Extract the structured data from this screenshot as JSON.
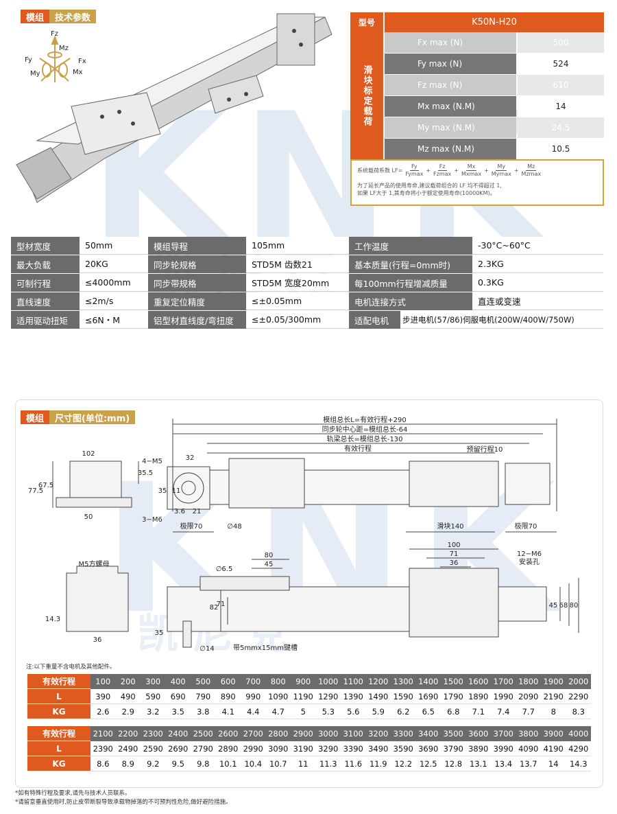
{
  "tags": {
    "tech": {
      "a": "模组",
      "b": "技术参数"
    },
    "dims": {
      "a": "模组",
      "b": "尺寸图(单位:mm)"
    }
  },
  "axes": {
    "fz": "Fz",
    "mz": "Mz",
    "fy": "Fy",
    "fx": "Fx",
    "my": "My",
    "mx": "Mx"
  },
  "load": {
    "model_key": "型号",
    "model": "K50N-H20",
    "side_label": "滑块标定载荷",
    "rows": [
      {
        "name": "Fx max (N)",
        "value": "500"
      },
      {
        "name": "Fy max (N)",
        "value": "524"
      },
      {
        "name": "Fz max (N)",
        "value": "610"
      },
      {
        "name": "Mx max (N.M)",
        "value": "14"
      },
      {
        "name": "My max (N.M)",
        "value": "24.5"
      },
      {
        "name": "Mz max (N.M)",
        "value": "10.5"
      }
    ],
    "formula_label": "系统载荷系数 LF=",
    "fracs": [
      {
        "num": "Fy",
        "den": "Fymax"
      },
      {
        "num": "Fz",
        "den": "Fzmax"
      },
      {
        "num": "Mx",
        "den": "Mxmax"
      },
      {
        "num": "My",
        "den": "Mymax"
      },
      {
        "num": "Mz",
        "den": "Mzmax"
      }
    ],
    "note1": "为了延长产品的使用寿命,建议载荷组合的 LF 均不得超过 1,",
    "note2": "如果 LF大于 1,其寿命将小于额定使用寿命(10000KM)。"
  },
  "specs": [
    [
      "型材宽度",
      "50mm",
      "模组导程",
      "105mm",
      "工作温度",
      "-30°C~60°C"
    ],
    [
      "最大负载",
      "20KG",
      "同步轮规格",
      "STD5M 齿数21",
      "基本质量(行程=0mm时)",
      "2.3KG"
    ],
    [
      "可制行程",
      "≤4000mm",
      "同步带规格",
      "STD5M 宽度20mm",
      "每100mm行程增减质量",
      "0.3KG"
    ],
    [
      "直线速度",
      "≤2m/s",
      "重复定位精度",
      "≤±0.05mm",
      "电机连接方式",
      "直连或变速"
    ],
    [
      "适用驱动扭矩",
      "≤6N・M",
      "铝型材直线度/弯扭度",
      "≤±0.05/300mm",
      "适配电机",
      "步进电机(57/86)伺服电机(200W/400W/750W)"
    ]
  ],
  "dims": {
    "total_len": "模组总长L=有效行程+290",
    "pulley_dist": "同步轮中心距=模组总长-64",
    "beam_len": "轨梁总长=模组总长-130",
    "eff_stroke": "有效行程",
    "pre_stroke": "预留行程10",
    "limit70_left": "极限70",
    "phi48": "∅48",
    "slider140": "滑块140",
    "limit70_right": "极限70",
    "m5_label": "4−M5",
    "m6_label": "3−M6",
    "d102": "102",
    "d77_5": "77.5",
    "d67_5": "67.5",
    "d35_5": "35.5",
    "d50": "50",
    "d32": "32",
    "d35": "35",
    "d11": "11",
    "d3_6": "3.6",
    "d21": "21",
    "nut": "M5方螺母",
    "d14_3": "14.3",
    "d36": "36",
    "phi6_5": "∅6.5",
    "d80": "80",
    "d45": "45",
    "d82": "82",
    "d71v": "71",
    "d35b": "35",
    "phi14": "∅14",
    "keyway": "带5mmx15mm键槽",
    "d100": "100",
    "d71": "71",
    "d36b": "36",
    "m6_12": "12−M6",
    "mount_hole": "安装孔",
    "d45r": "45",
    "d68": "68",
    "d80r": "80"
  },
  "weight_note": "注:以下重量不含电机及其他配件。",
  "stroke_table_1": {
    "labels": [
      "有效行程",
      "L",
      "KG"
    ],
    "stroke": [
      "100",
      "200",
      "300",
      "400",
      "500",
      "600",
      "700",
      "800",
      "900",
      "1000",
      "1100",
      "1200",
      "1300",
      "1400",
      "1500",
      "1600",
      "1700",
      "1800",
      "1900",
      "2000"
    ],
    "L": [
      "390",
      "490",
      "590",
      "690",
      "790",
      "890",
      "990",
      "1090",
      "1190",
      "1290",
      "1390",
      "1490",
      "1590",
      "1690",
      "1790",
      "1890",
      "1990",
      "2090",
      "2190",
      "2290"
    ],
    "KG": [
      "2.6",
      "2.9",
      "3.2",
      "3.5",
      "3.8",
      "4.1",
      "4.4",
      "4.7",
      "5",
      "5.3",
      "5.6",
      "5.9",
      "6.2",
      "6.5",
      "6.8",
      "7.1",
      "7.4",
      "7.7",
      "8",
      "8.3"
    ]
  },
  "stroke_table_2": {
    "labels": [
      "有效行程",
      "L",
      "KG"
    ],
    "stroke": [
      "2100",
      "2200",
      "2300",
      "2400",
      "2500",
      "2600",
      "2700",
      "2800",
      "2900",
      "3000",
      "3100",
      "3200",
      "3300",
      "3400",
      "3500",
      "3600",
      "3700",
      "3800",
      "3900",
      "4000"
    ],
    "L": [
      "2390",
      "2490",
      "2590",
      "2690",
      "2790",
      "2890",
      "2990",
      "3090",
      "3190",
      "3290",
      "3390",
      "3490",
      "3590",
      "3690",
      "3790",
      "3890",
      "3990",
      "4090",
      "4190",
      "4290"
    ],
    "KG": [
      "8.6",
      "8.9",
      "9.2",
      "9.5",
      "9.8",
      "10.1",
      "10.4",
      "10.7",
      "11",
      "11.3",
      "11.6",
      "11.9",
      "12.2",
      "12.5",
      "12.8",
      "13.1",
      "13.4",
      "13.7",
      "14",
      "14.3"
    ]
  },
  "footnotes": [
    "*如有特殊行程及要求,请先与技术人员联系。",
    "*请留意垂直使用时,防止皮带断裂导致承载物掉落的不可预判性危险,做好避险措施。"
  ],
  "brand": {
    "wm": "KNK",
    "wm_cn": "凯尼克"
  },
  "colors": {
    "accent": "#e05a1f",
    "gold": "#c9a14a",
    "gray": "#6b6b6b"
  }
}
